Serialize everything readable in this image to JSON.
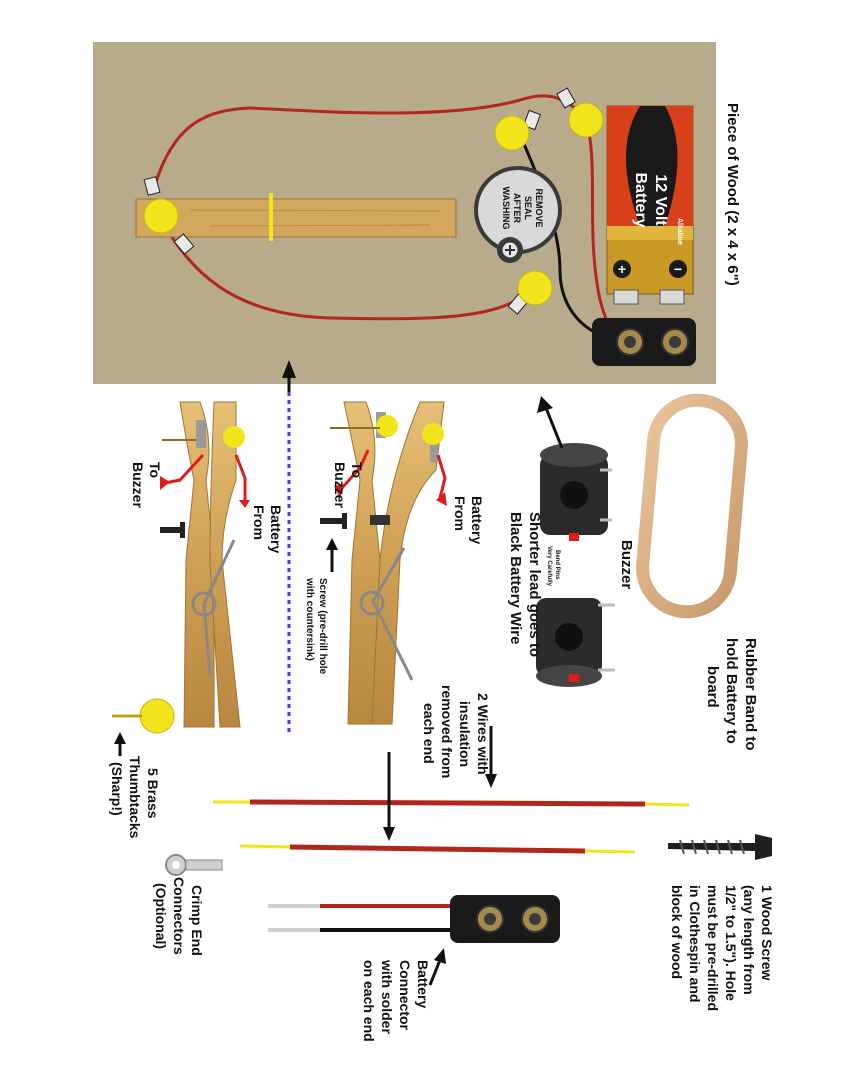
{
  "colors": {
    "background": "#ffffff",
    "board": "#b8ab8b",
    "wood_block": "#d3a75d",
    "wire_red": "#b3261e",
    "wire_black": "#111111",
    "thumbtack": "#f2e41a",
    "battery_gold": "#c99a26",
    "battery_black": "#1a1a1a",
    "arrow_red": "#e21a1a",
    "dotted_line": "#4a3cf0"
  },
  "labels": {
    "board": "Piece of Wood (2 x 4 x 6\")",
    "rubber_band": [
      "Rubber Band to",
      "hold Battery to",
      "board"
    ],
    "buzzer": "Buzzer",
    "bend_pins": [
      "Bend Pins",
      "Very Carefully"
    ],
    "shorter_lead": [
      "Shorter lead goes to",
      "Black Battery Wire"
    ],
    "from_battery": [
      "From",
      "Battery"
    ],
    "to_buzzer": [
      "To",
      "Buzzer"
    ],
    "screw_note": [
      "Screw (pre-drill hole",
      "with countersink)"
    ],
    "wires": [
      "2 Wires with",
      "insulation",
      "removed from",
      "each end"
    ],
    "thumbtacks": [
      "5 Brass",
      "Thumbtacks",
      "(Sharp!)"
    ],
    "wood_screw": [
      "1 Wood Screw",
      "(any length from",
      "1/2\" to 1.5\"). Hole",
      "must be pre-drilled",
      "in Clothespin and",
      "block of wood"
    ],
    "battery_connector": [
      "Battery",
      "Connector",
      "with solder",
      "on each end"
    ],
    "crimp": [
      "Crimp End",
      "Connectors",
      "(Optional)"
    ]
  },
  "battery": {
    "voltage_label": "12 Volt",
    "type_label": "Battery",
    "brand_label": "Alkaline",
    "plus": "+",
    "minus": "−"
  },
  "buzzer_sticker": [
    "REMOVE",
    "SEAL",
    "AFTER",
    "WASHING"
  ]
}
